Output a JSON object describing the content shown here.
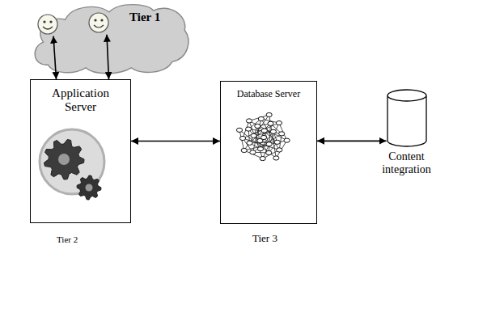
{
  "diagram": {
    "nodes": [
      {
        "text": [
          "Tier 1"
        ]
      },
      {
        "text": [
          "Application Server"
        ]
      },
      {
        "text": [
          "Database Server"
        ]
      },
      {
        "text": [
          "Content integration"
        ]
      }
    ],
    "edges": [
      {
        "from": 0,
        "to": 1,
        "arrow": "both"
      },
      {
        "from": 0,
        "to": 1,
        "arrow": "both"
      },
      {
        "from": 1,
        "to": 2,
        "arrow": "both"
      },
      {
        "from": 2,
        "to": 3,
        "arrow": "both"
      }
    ],
    "labels": [
      "Tier 2",
      "Tier 3"
    ]
  }
}
